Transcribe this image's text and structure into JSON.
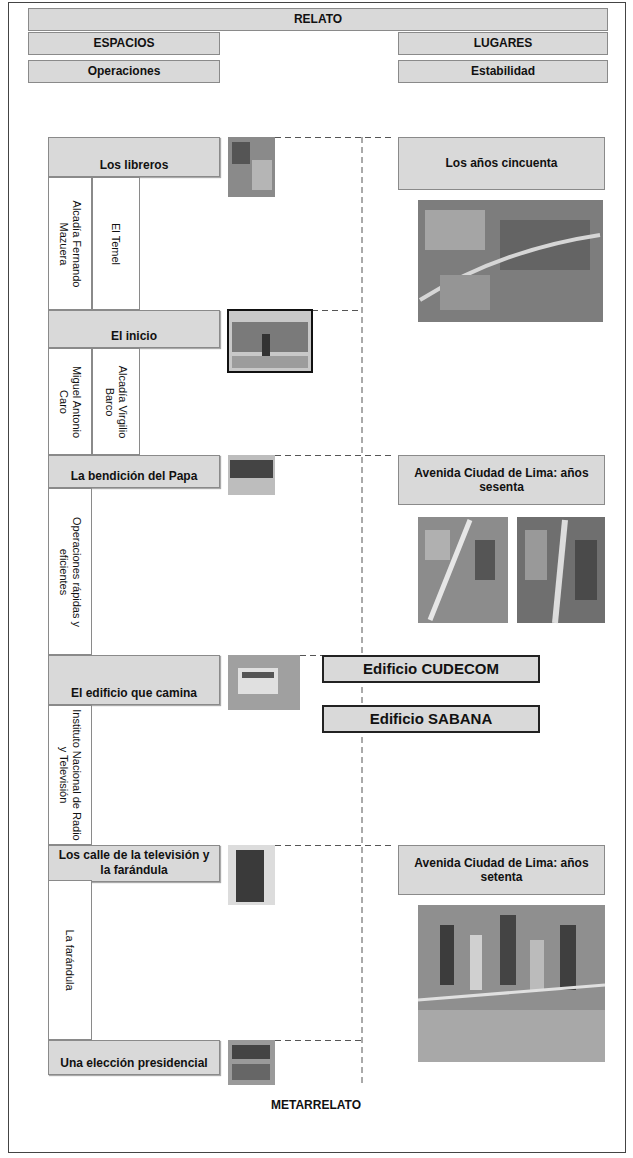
{
  "diagram": {
    "nodes": [
      {
        "text": [
          "RELATO"
        ]
      },
      {
        "text": [
          "ESPACIOS"
        ]
      },
      {
        "text": [
          "LUGARES"
        ]
      },
      {
        "text": [
          "Operaciones"
        ]
      },
      {
        "text": [
          "Estabilidad"
        ]
      },
      {
        "text": [
          "Los libreros"
        ]
      },
      {
        "text": [
          "Los años cincuenta"
        ]
      },
      {
        "text": [
          "Alcadía Fernando Mazuera"
        ]
      },
      {
        "text": [
          "El Temel"
        ]
      },
      {
        "text": [
          "El inicio"
        ]
      },
      {
        "text": [
          "Miguel Antonio Caro"
        ]
      },
      {
        "text": [
          "Alcadía Virgilio Barco"
        ]
      },
      {
        "text": [
          "La bendición del Papa"
        ]
      },
      {
        "text": [
          "Avenida Ciudad de Lima: años sesenta"
        ]
      },
      {
        "text": [
          "Operaciones rápidas y eficientes"
        ]
      },
      {
        "text": [
          "El edificio que camina"
        ]
      },
      {
        "text": [
          "Edificio CUDECOM"
        ]
      },
      {
        "text": [
          "Edificio SABANA"
        ]
      },
      {
        "text": [
          "Instituto Nacional de Radio y Televisión"
        ]
      },
      {
        "text": [
          "Los calle de la televisión y la farándula"
        ]
      },
      {
        "text": [
          "Avenida Ciudad de Lima: años setenta"
        ]
      },
      {
        "text": [
          "La farándula"
        ]
      },
      {
        "text": [
          "Una elección presidencial"
        ]
      }
    ],
    "labels": [
      "METARRELATO"
    ]
  }
}
